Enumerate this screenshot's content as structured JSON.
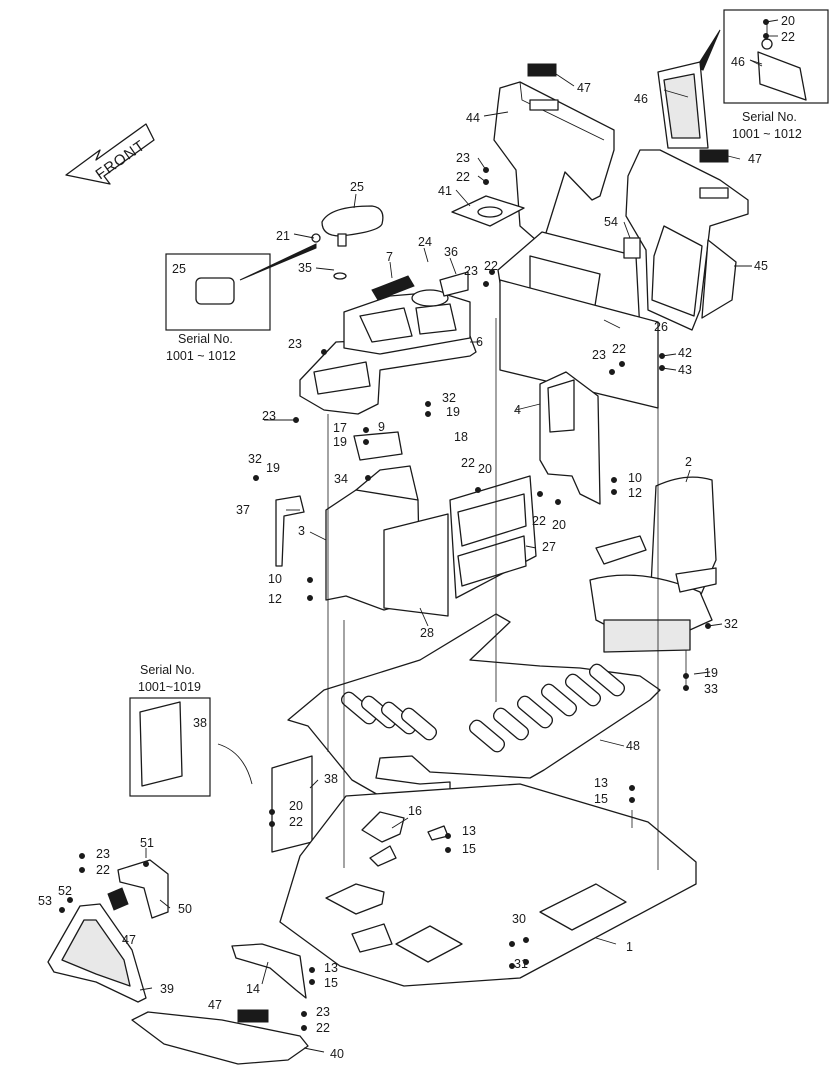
{
  "front_label": "FRONT",
  "insets": {
    "top_right": {
      "serial_label": "Serial No.",
      "serial_range": "1001 ~ 1012"
    },
    "left_seat": {
      "serial_label": "Serial No.",
      "serial_range": "1001 ~ 1012"
    },
    "left_panel": {
      "serial_label": "Serial No.",
      "serial_range": "1001~1019"
    }
  },
  "part_numbers": [
    "20",
    "22",
    "46",
    "47",
    "46",
    "47",
    "44",
    "23",
    "22",
    "41",
    "54",
    "45",
    "25",
    "21",
    "25",
    "24",
    "7",
    "36",
    "23",
    "22",
    "35",
    "26",
    "42",
    "23",
    "22",
    "43",
    "23",
    "6",
    "32",
    "19",
    "23",
    "4",
    "17",
    "19",
    "9",
    "18",
    "2",
    "32",
    "19",
    "22",
    "20",
    "10",
    "12",
    "34",
    "22",
    "20",
    "37",
    "3",
    "27",
    "10",
    "12",
    "28",
    "32",
    "19",
    "33",
    "38",
    "48",
    "38",
    "20",
    "22",
    "13",
    "15",
    "16",
    "13",
    "15",
    "23",
    "22",
    "51",
    "53",
    "52",
    "50",
    "47",
    "30",
    "1",
    "31",
    "39",
    "14",
    "13",
    "15",
    "47",
    "23",
    "22",
    "40"
  ]
}
